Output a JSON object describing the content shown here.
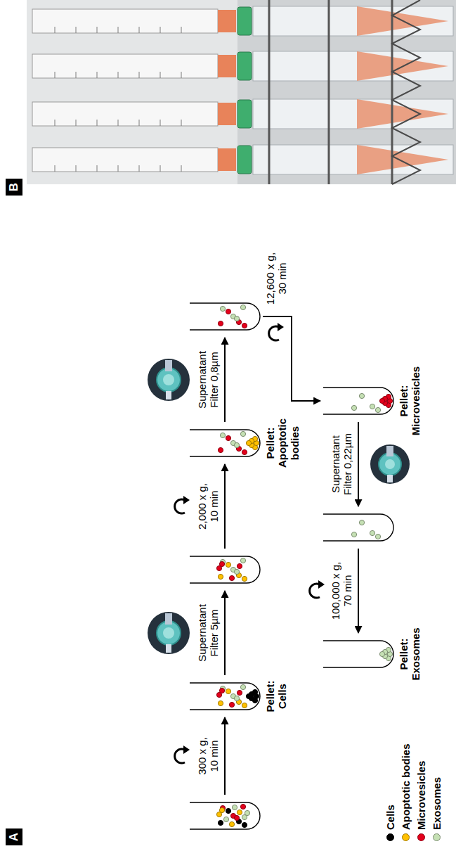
{
  "diagram": {
    "nodes": [
      {
        "text": []
      },
      {
        "text": [
          "Pellet: Cells"
        ]
      },
      {
        "text": []
      },
      {
        "text": [
          "Pellet: Apoptotic bodies"
        ]
      },
      {
        "text": []
      },
      {
        "text": [
          "Pellet: Microvesicles"
        ]
      },
      {
        "text": []
      },
      {
        "text": [
          "Pellet: Exosomes"
        ]
      }
    ],
    "edges": [
      {
        "from": 0,
        "to": 1,
        "arrow": "to",
        "label": "300 x g, 10 min"
      },
      {
        "from": 1,
        "to": 2,
        "arrow": "to",
        "label": "Supernatant Filter 5µm"
      },
      {
        "from": 2,
        "to": 3,
        "arrow": "to",
        "label": "2,000 x g, 10 min"
      },
      {
        "from": 3,
        "to": 4,
        "arrow": "to",
        "label": "Supernatant Filter 0,8µm"
      },
      {
        "from": 4,
        "to": 5,
        "arrow": "to",
        "label": "12,600 x g, 30 min"
      },
      {
        "from": 5,
        "to": 6,
        "arrow": "to",
        "label": "Supernatant Filter 0,22µm"
      },
      {
        "from": 6,
        "to": 7,
        "arrow": "to",
        "label": "100,000 x g, 70 min"
      }
    ],
    "labels": [
      "A",
      "B"
    ],
    "legend": [
      {
        "text": "Cells",
        "color": "#000000"
      },
      {
        "text": "Apoptotic bodies",
        "color": "#ffc000"
      },
      {
        "text": "Microvesicles",
        "color": "#e3001b"
      },
      {
        "text": "Exosomes",
        "color": "#c5e0b4"
      }
    ]
  }
}
